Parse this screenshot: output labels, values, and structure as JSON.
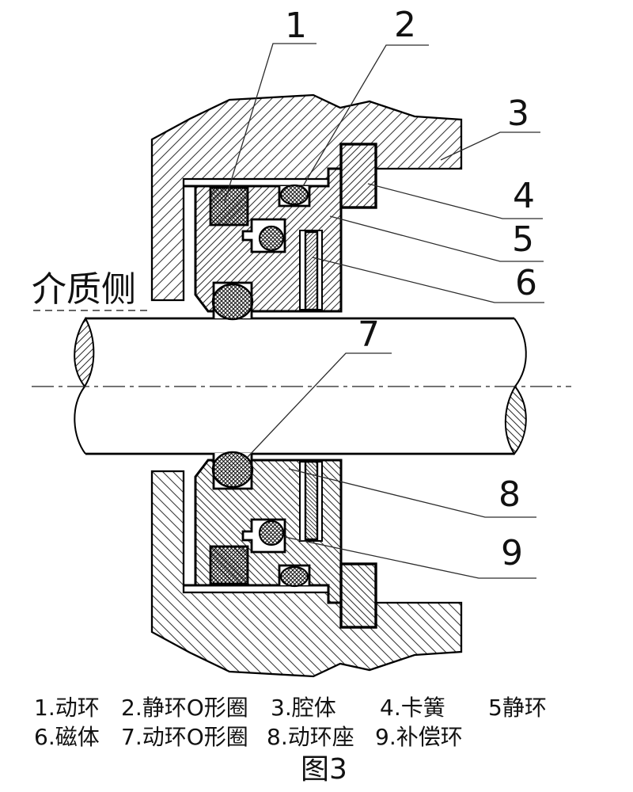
{
  "medium_side_label": "介质侧",
  "callouts": [
    "1",
    "2",
    "3",
    "4",
    "5",
    "6",
    "7",
    "8",
    "9"
  ],
  "legend": {
    "line1": [
      "1.动环",
      "2.静环O形圈",
      "3.腔体",
      "4.卡簧",
      "5静环"
    ],
    "line2": [
      "6.磁体",
      "7.动环O形圈",
      "8.动环座",
      "9.补偿环"
    ]
  },
  "caption": "图3",
  "colors": {
    "line": "#000000",
    "hatch": "#3a3a3a",
    "leader": "#2c2c2c",
    "text": "#111111",
    "background": "#ffffff"
  }
}
